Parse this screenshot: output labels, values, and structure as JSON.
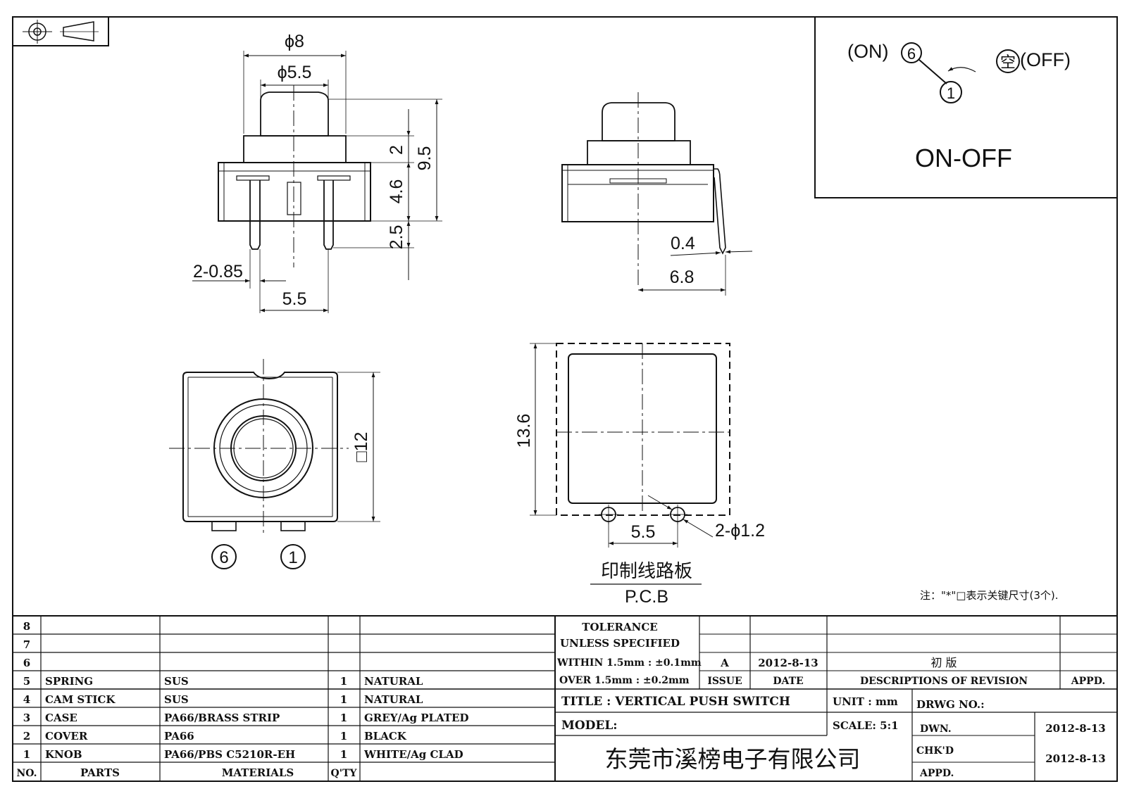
{
  "drawing": {
    "top_view": {
      "phi_outer": "ϕ8",
      "phi_inner": "ϕ5.5",
      "dim_2": "2",
      "dim_9_5": "9.5",
      "dim_4_6": "4.6",
      "dim_2_5": "2.5",
      "pin_dia": "2-0.85",
      "pin_pitch": "5.5"
    },
    "side_view": {
      "thickness": "0.4",
      "width": "6.8"
    },
    "bottom_view": {
      "square": "□12",
      "pin_6": "6",
      "pin_1": "1"
    },
    "pcb_view": {
      "height": "13.6",
      "pitch": "5.5",
      "holes": "2-ϕ1.2",
      "label_cn": "印制线路板",
      "label_en": "P.C.B"
    },
    "schematic": {
      "on_label": "(ON)",
      "pin_6": "6",
      "pin_1": "1",
      "off_char": "空",
      "off_label": "(OFF)",
      "type": "ON-OFF"
    },
    "note": "注：\"*\"□表示关键尺寸(3个)."
  },
  "parts_table": {
    "header": {
      "no": "NO.",
      "parts": "PARTS",
      "materials": "MATERIALS",
      "qty": "Q'TY"
    },
    "rows": [
      {
        "no": "8",
        "part": "",
        "material": "",
        "qty": "",
        "finish": ""
      },
      {
        "no": "7",
        "part": "",
        "material": "",
        "qty": "",
        "finish": ""
      },
      {
        "no": "6",
        "part": "",
        "material": "",
        "qty": "",
        "finish": ""
      },
      {
        "no": "5",
        "part": "SPRING",
        "material": "SUS",
        "qty": "1",
        "finish": "NATURAL"
      },
      {
        "no": "4",
        "part": "CAM STICK",
        "material": "SUS",
        "qty": "1",
        "finish": "NATURAL"
      },
      {
        "no": "3",
        "part": "CASE",
        "material": "PA66/BRASS STRIP",
        "qty": "1",
        "finish": "GREY/Ag PLATED"
      },
      {
        "no": "2",
        "part": "COVER",
        "material": "PA66",
        "qty": "1",
        "finish": "BLACK"
      },
      {
        "no": "1",
        "part": "KNOB",
        "material": "PA66/PBS C5210R-EH",
        "qty": "1",
        "finish": "WHITE/Ag CLAD"
      }
    ]
  },
  "title_block": {
    "tolerance_1": "TOLERANCE",
    "tolerance_2": "UNLESS  SPECIFIED",
    "tolerance_3": "WITHIN 1.5mm : ±0.1mm",
    "tolerance_4": "OVER 1.5mm : ±0.2mm",
    "revision": {
      "issue": "A",
      "date": "2012-8-13",
      "description": "初  版"
    },
    "headers": {
      "issue": "ISSUE",
      "date": "DATE",
      "description": "DESCRIPTIONS OF REVISION",
      "appd": "APPD."
    },
    "title": "TITLE :  VERTICAL PUSH SWITCH",
    "unit": "UNIT :  mm",
    "drwg_no": "DRWG NO.:",
    "model": "MODEL:",
    "scale": "SCALE:  5:1",
    "dwn": "DWN.",
    "dwn_date": "2012-8-13",
    "chkd": "CHK'D",
    "appd": "APPD.",
    "chkd_date": "2012-8-13",
    "company": "东莞市溪榜电子有限公司"
  }
}
